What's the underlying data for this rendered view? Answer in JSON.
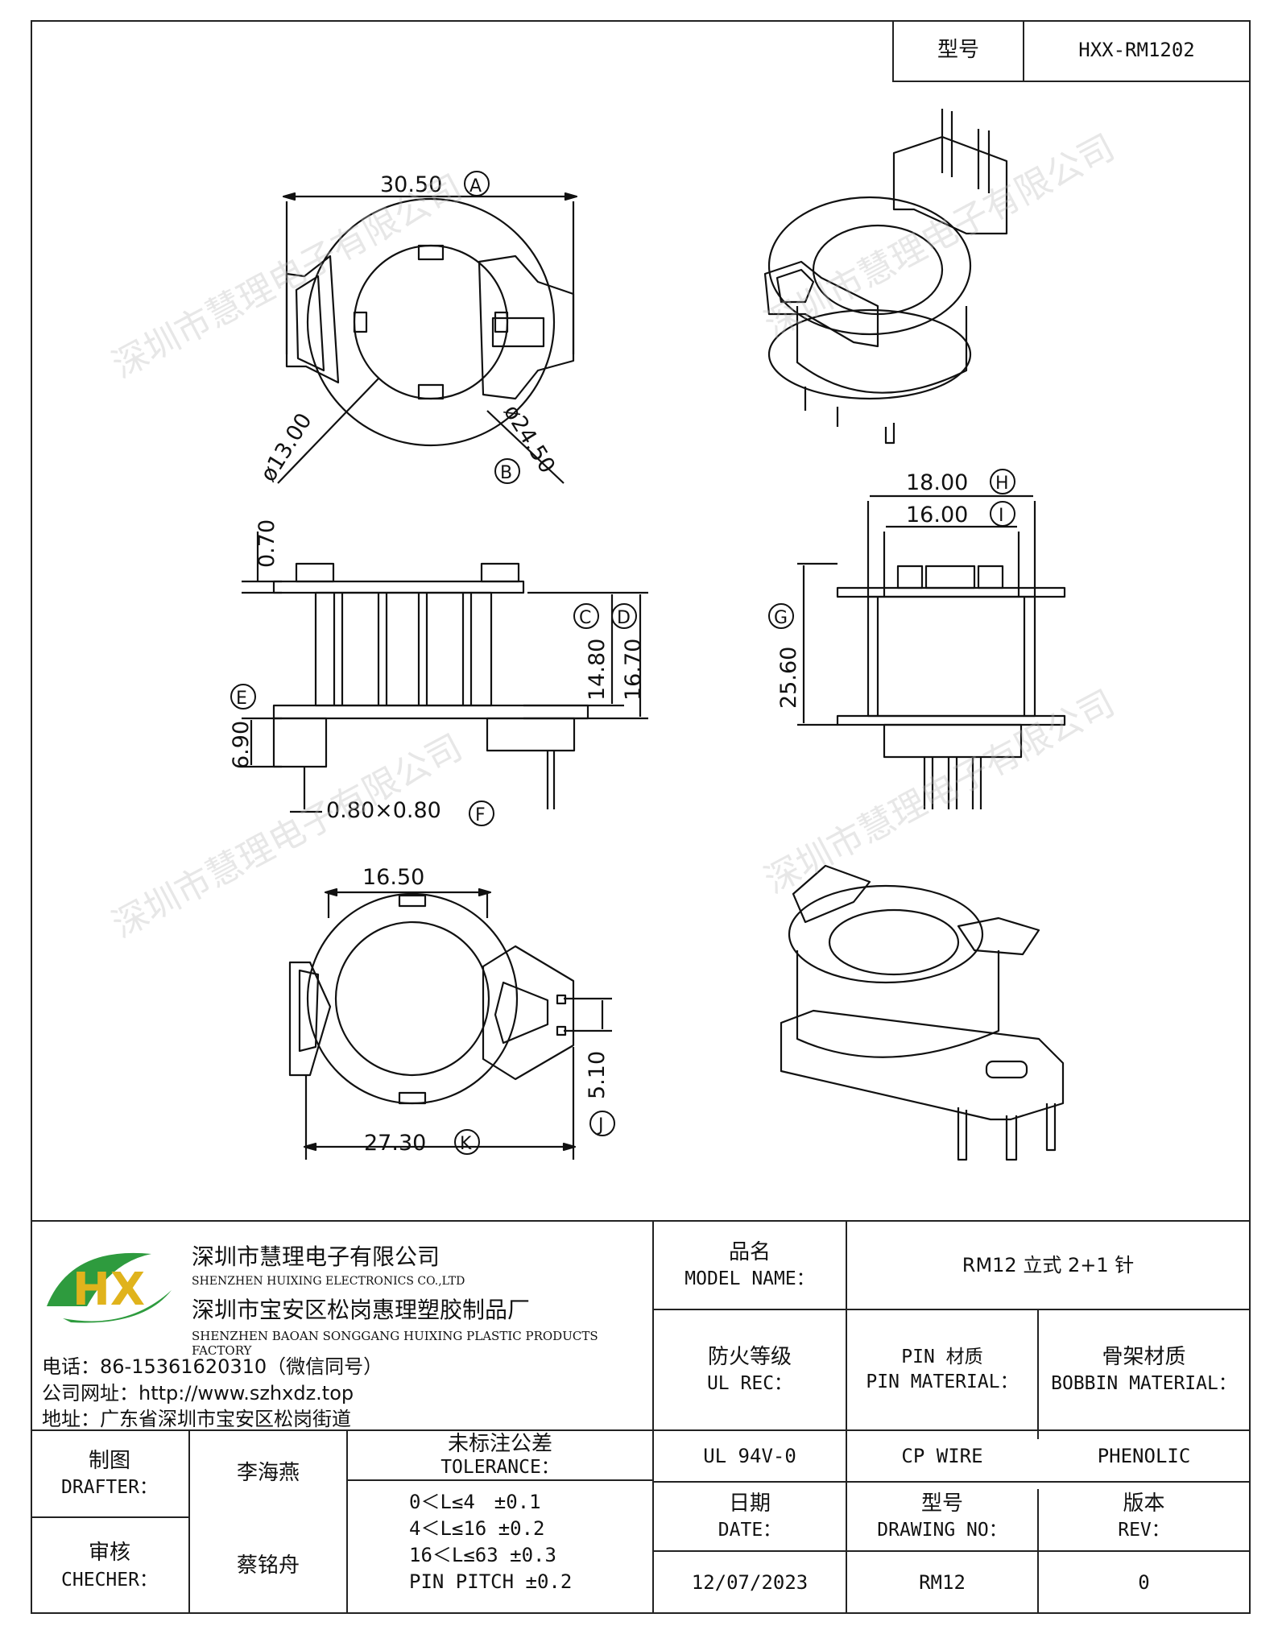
{
  "header": {
    "model_label": "型号",
    "model_value": "HXX-RM1202"
  },
  "dimensions": {
    "a": "30.50",
    "a_tag": "A",
    "b": "ø24.50",
    "b_tag": "B",
    "core_dia": "ø13.00",
    "h": "18.00",
    "h_tag": "H",
    "i": "16.00",
    "i_tag": "I",
    "top_plate": "0.70",
    "c": "14.80",
    "c_tag": "C",
    "d": "16.70",
    "d_tag": "D",
    "g": "25.60",
    "g_tag": "G",
    "e": "6.90",
    "e_tag": "E",
    "f": "0.80×0.80",
    "f_tag": "F",
    "bottom_width": "16.50",
    "k": "27.30",
    "k_tag": "K",
    "j": "5.10",
    "j_tag": "J"
  },
  "watermark": "深圳市慧理电子有限公司",
  "company": {
    "logo_text": "HX",
    "name_cn": "深圳市慧理电子有限公司",
    "name_en": "SHENZHEN HUIXING ELECTRONICS CO.,LTD",
    "factory_cn": "深圳市宝安区松岗惠理塑胶制品厂",
    "factory_en": "SHENZHEN BAOAN SONGGANG HUIXING PLASTIC PRODUCTS FACTORY",
    "phone": "电话：86-15361620310（微信同号）",
    "website": "公司网址：http://www.szhxdz.top",
    "address": "地址：广东省深圳市宝安区松岗街道"
  },
  "table": {
    "model_name_cn": "品名",
    "model_name_en": "MODEL NAME：",
    "model_name_value": "RM12 立式 2+1 针",
    "ul_cn": "防火等级",
    "ul_en": "UL REC：",
    "pin_cn": "PIN 材质",
    "pin_en": "PIN MATERIAL：",
    "bobbin_cn": "骨架材质",
    "bobbin_en": "BOBBIN MATERIAL：",
    "ul_value": "UL 94V-0",
    "pin_value": "CP WIRE",
    "bobbin_value": "PHENOLIC",
    "drafter_cn": "制图",
    "drafter_en": "DRAFTER：",
    "drafter_value": "李海燕",
    "checker_cn": "审核",
    "checker_en": "CHECHER：",
    "checker_value": "蔡铭舟",
    "tolerance_cn": "未标注公差",
    "tolerance_en": "TOLERANCE：",
    "tolerance_lines": [
      "0＜L≤4　±0.1",
      "4＜L≤16 ±0.2",
      "16＜L≤63 ±0.3",
      "PIN PITCH ±0.2"
    ],
    "date_cn": "日期",
    "date_en": "DATE：",
    "date_value": "12/07/2023",
    "drawing_cn": "型号",
    "drawing_en": "DRAWING NO：",
    "drawing_value": "RM12",
    "rev_cn": "版本",
    "rev_en": "REV：",
    "rev_value": "0"
  }
}
